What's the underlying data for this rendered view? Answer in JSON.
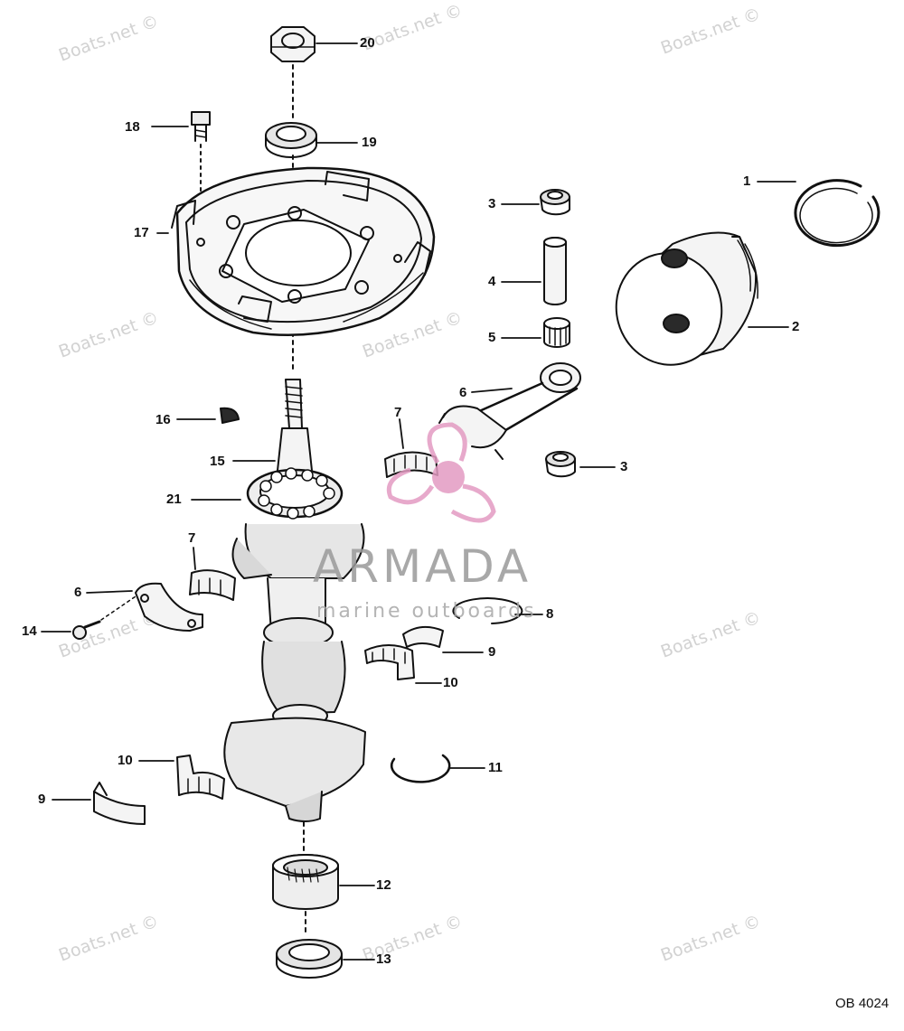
{
  "watermark_text": "Boats.net ©",
  "brand": {
    "name": "ARMADA",
    "tagline": "marine outboards",
    "logo_color": "#e39bc2"
  },
  "figure_code": "OB 4024",
  "callouts": [
    "20",
    "19",
    "18",
    "17",
    "1",
    "3",
    "4",
    "5",
    "2",
    "6",
    "16",
    "7",
    "15",
    "3",
    "21",
    "7",
    "6",
    "14",
    "8",
    "9",
    "10",
    "10",
    "11",
    "9",
    "12",
    "13"
  ]
}
